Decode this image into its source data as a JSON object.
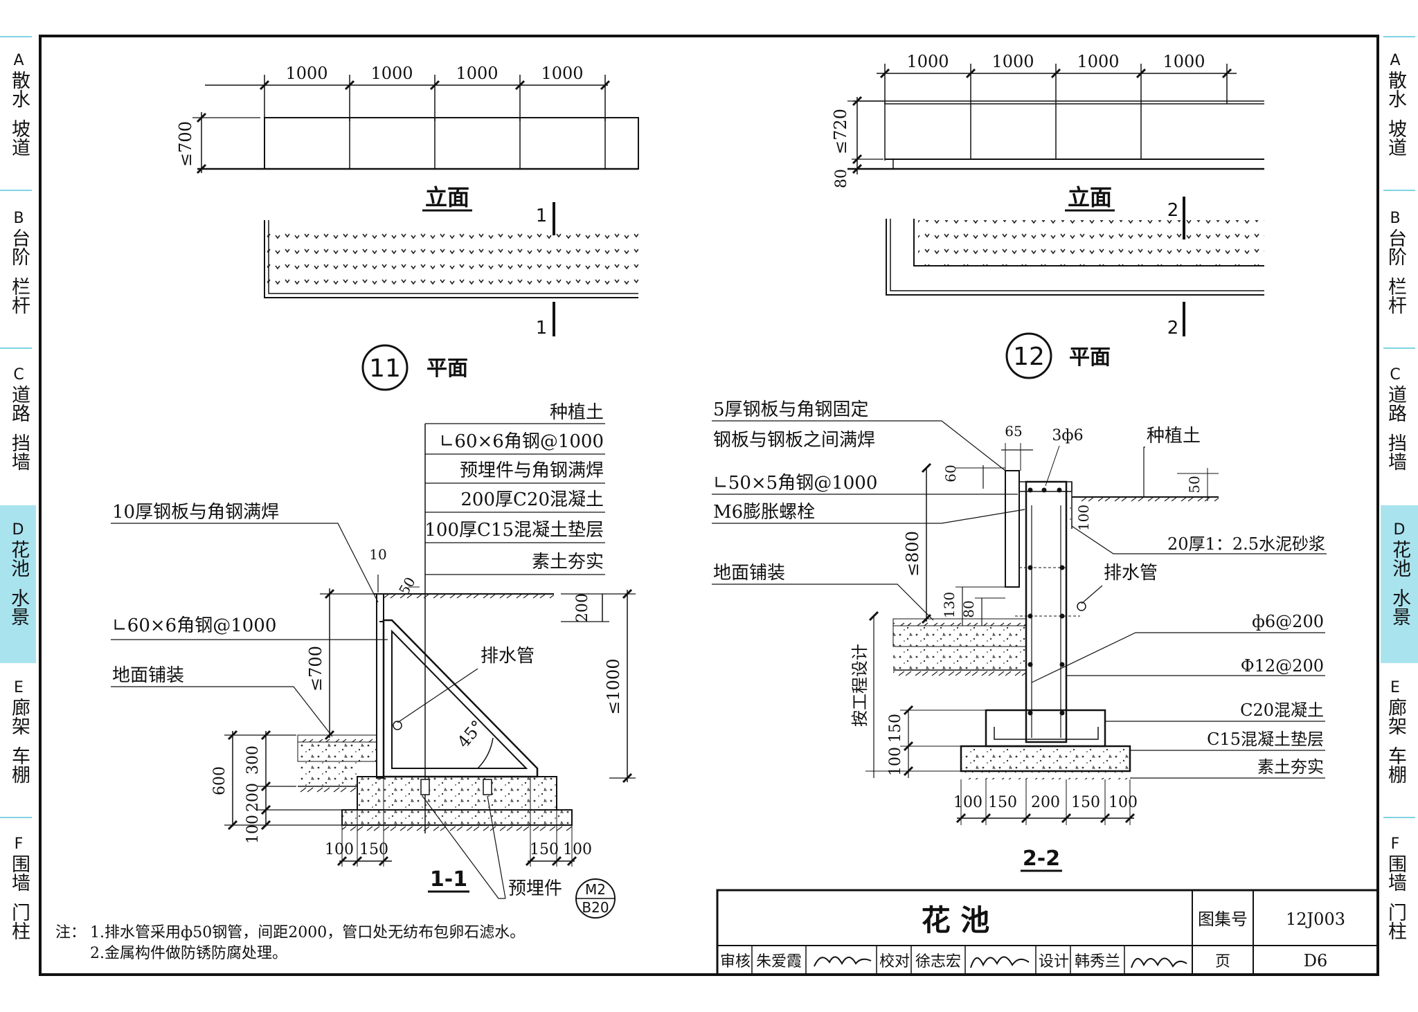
{
  "side_tabs": [
    {
      "letter": "A",
      "line1": "散水",
      "line2": "坡道"
    },
    {
      "letter": "B",
      "line1": "台阶",
      "line2": "栏杆"
    },
    {
      "letter": "C",
      "line1": "道路",
      "line2": "挡墙"
    },
    {
      "letter": "D",
      "line1": "花池",
      "line2": "水景",
      "active": true
    },
    {
      "letter": "E",
      "line1": "廊架",
      "line2": "车棚"
    },
    {
      "letter": "F",
      "line1": "围墙",
      "line2": "门柱"
    }
  ],
  "detail11": {
    "dims_top": [
      "1000",
      "1000",
      "1000",
      "1000"
    ],
    "elev_height": "≤700",
    "elev_label": "立面",
    "section_mark": "1",
    "num": "11",
    "plan_label": "平面"
  },
  "detail12": {
    "dims_top": [
      "1000",
      "1000",
      "1000",
      "1000"
    ],
    "elev_height": "≤720",
    "elev_base": "80",
    "elev_label": "立面",
    "section_mark": "2",
    "num": "12",
    "plan_label": "平面"
  },
  "section11": {
    "title": "1-1",
    "labels_right": [
      "种植土",
      "∟60×6角钢@1000",
      "预埋件与角钢满焊",
      "200厚C20混凝土",
      "100厚C15混凝土垫层",
      "素土夯实"
    ],
    "label_plate": "10厚钢板与角钢满焊",
    "label_angle": "∟60×6角钢@1000",
    "label_paving": "地面铺装",
    "label_drain": "排水管",
    "label_embed": "预埋件",
    "dim_10": "10",
    "dim_50": "50",
    "dim_200": "200",
    "dim_700": "≤700",
    "dim_1000": "≤1000",
    "dim_600": "600",
    "dim_300": "300",
    "dim_200b": "200",
    "dim_100": "100",
    "angle": "45°",
    "bottom_left": [
      "100",
      "150"
    ],
    "bottom_right": [
      "150",
      "100"
    ],
    "mortar_top": "M2",
    "mortar_bottom": "B20"
  },
  "section22": {
    "title": "2-2",
    "label_plate_fix": "5厚钢板与角钢固定",
    "label_plate_weld": "钢板与钢板之间满焊",
    "label_angle": "∟50×5角钢@1000",
    "label_bolt": "M6膨胀螺栓",
    "label_paving": "地面铺装",
    "label_soil": "种植土",
    "label_mortar": "20厚1：2.5水泥砂浆",
    "label_drain": "排水管",
    "label_rebar1": "ф6@200",
    "label_rebar2": "Ф12@200",
    "label_c20": "C20混凝土",
    "label_c15": "C15混凝土垫层",
    "label_base": "素土夯实",
    "label_design": "按工程设计",
    "dim_65": "65",
    "dim_3phi6": "3ф6",
    "dim_60": "60",
    "dim_50": "50",
    "dim_100": "100",
    "dim_800": "≤800",
    "dim_130": "130",
    "dim_80": "80",
    "dim_150": "150",
    "dim_100b": "100",
    "bottom_dims": [
      "100",
      "150",
      "200",
      "150",
      "100"
    ]
  },
  "notes": {
    "prefix": "注：",
    "items": [
      "1.排水管采用ф50钢管，间距2000，管口处无纺布包卵石滤水。",
      "2.金属构件做防锈防腐处理。"
    ]
  },
  "title_block": {
    "title": "花  池",
    "atlas_label": "图集号",
    "atlas_no": "12J003",
    "review_label": "审核",
    "reviewer": "朱爱霞",
    "check_label": "校对",
    "checker": "徐志宏",
    "design_label": "设计",
    "designer": "韩秀兰",
    "page_label": "页",
    "page_no": "D6"
  }
}
